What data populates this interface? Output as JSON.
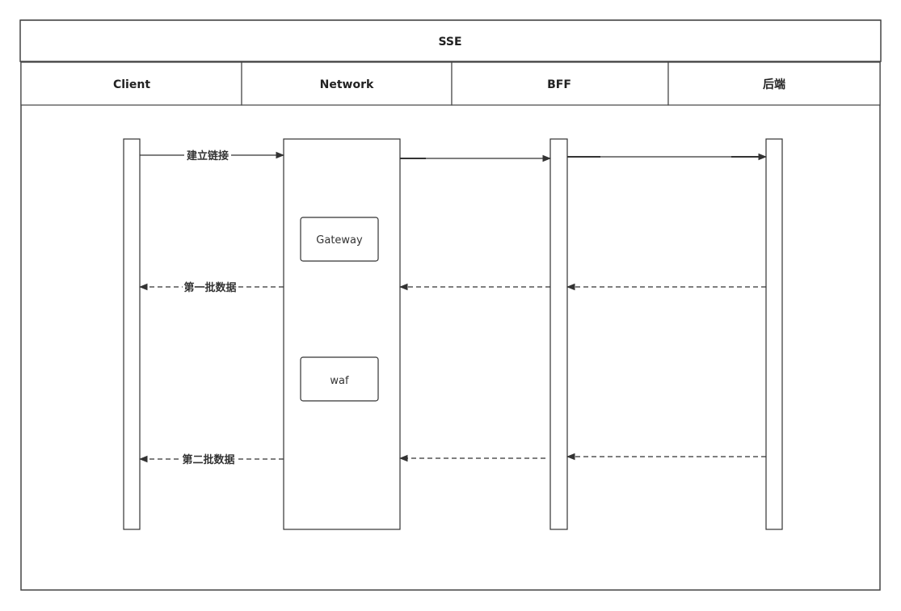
{
  "title": "SSE",
  "lanes": [
    {
      "label": "Client"
    },
    {
      "label": "Network"
    },
    {
      "label": "BFF"
    },
    {
      "label": "后端"
    }
  ],
  "components": [
    {
      "label": "Gateway"
    },
    {
      "label": "waf"
    }
  ],
  "messages": [
    {
      "label": "建立链接"
    },
    {
      "label": "第一批数据"
    },
    {
      "label": "第二批数据"
    }
  ],
  "colors": {
    "stroke": "#333333",
    "text": "#222222"
  }
}
